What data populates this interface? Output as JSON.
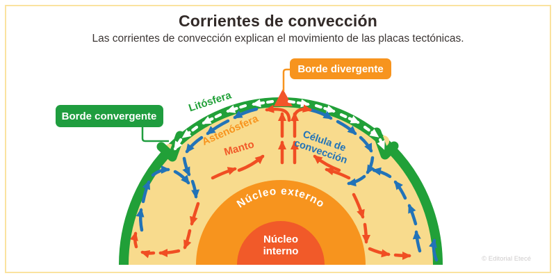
{
  "title": "Corrientes de convección",
  "subtitle": "Las corrientes de convección explican el movimiento de las placas tectónicas.",
  "badges": {
    "divergent": "Borde divergente",
    "convergent": "Borde convergente"
  },
  "layers": {
    "lithosphere": "Litósfera",
    "asthenosphere": "Astenósfera",
    "mantle": "Manto",
    "cell_line1": "Célula de",
    "cell_line2": "convección",
    "outer_core": "Núcleo externo",
    "inner_core_line1": "Núcleo",
    "inner_core_line2": "interno"
  },
  "credit": "© Editorial Etecé",
  "colors": {
    "frame_yellow": "#FAE3A0",
    "lithosphere_green": "#21A038",
    "badge_green": "#1F9D3F",
    "mantle_cream": "#F8DB8D",
    "outer_core_orange": "#F7941E",
    "inner_core_red": "#F15A29",
    "arrow_red": "#F04E23",
    "arrow_blue": "#2273B8",
    "arrow_white": "#FFFFFF",
    "badge_orange": "#F7941E",
    "title_dark": "#322A28",
    "credit_gray": "#CFCCCC"
  }
}
